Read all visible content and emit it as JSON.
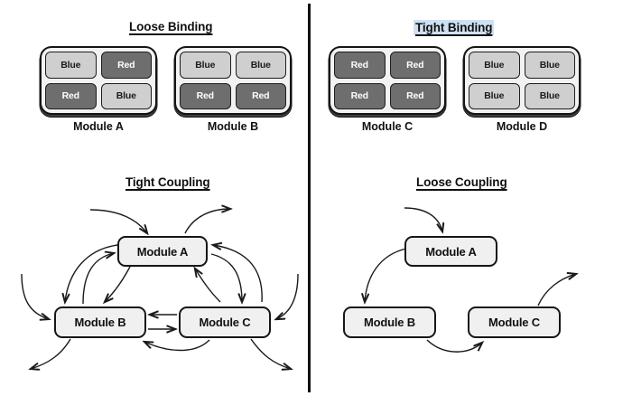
{
  "figure": {
    "title_top_left": "Loose Binding",
    "title_top_right": "Tight Binding",
    "title_bottom_left": "Tight Coupling",
    "title_bottom_right": "Loose Coupling",
    "highlight_color": "#cfe0f2",
    "chip_blue_color": "#cfcfcf",
    "chip_red_color": "#6e6e6e",
    "box_fill_color": "#f0f0f0",
    "stroke_color": "#161616"
  },
  "binding": {
    "loose": {
      "heading": "Loose Binding",
      "modules": [
        {
          "label": "Module A",
          "chips": [
            {
              "text": "Blue",
              "kind": "blue"
            },
            {
              "text": "Red",
              "kind": "red"
            },
            {
              "text": "Red",
              "kind": "red"
            },
            {
              "text": "Blue",
              "kind": "blue"
            }
          ]
        },
        {
          "label": "Module B",
          "chips": [
            {
              "text": "Blue",
              "kind": "blue"
            },
            {
              "text": "Blue",
              "kind": "blue"
            },
            {
              "text": "Red",
              "kind": "red"
            },
            {
              "text": "Red",
              "kind": "red"
            }
          ]
        }
      ]
    },
    "tight": {
      "heading": "Tight Binding",
      "modules": [
        {
          "label": "Module C",
          "chips": [
            {
              "text": "Red",
              "kind": "red"
            },
            {
              "text": "Red",
              "kind": "red"
            },
            {
              "text": "Red",
              "kind": "red"
            },
            {
              "text": "Red",
              "kind": "red"
            }
          ]
        },
        {
          "label": "Module D",
          "chips": [
            {
              "text": "Blue",
              "kind": "blue"
            },
            {
              "text": "Blue",
              "kind": "blue"
            },
            {
              "text": "Blue",
              "kind": "blue"
            },
            {
              "text": "Blue",
              "kind": "blue"
            }
          ]
        }
      ]
    }
  },
  "coupling": {
    "tight": {
      "heading": "Tight Coupling",
      "nodes": [
        {
          "id": "A",
          "label": "Module A"
        },
        {
          "id": "B",
          "label": "Module B"
        },
        {
          "id": "C",
          "label": "Module C"
        }
      ]
    },
    "loose": {
      "heading": "Loose Coupling",
      "nodes": [
        {
          "id": "A",
          "label": "Module A"
        },
        {
          "id": "B",
          "label": "Module B"
        },
        {
          "id": "C",
          "label": "Module C"
        }
      ]
    }
  }
}
